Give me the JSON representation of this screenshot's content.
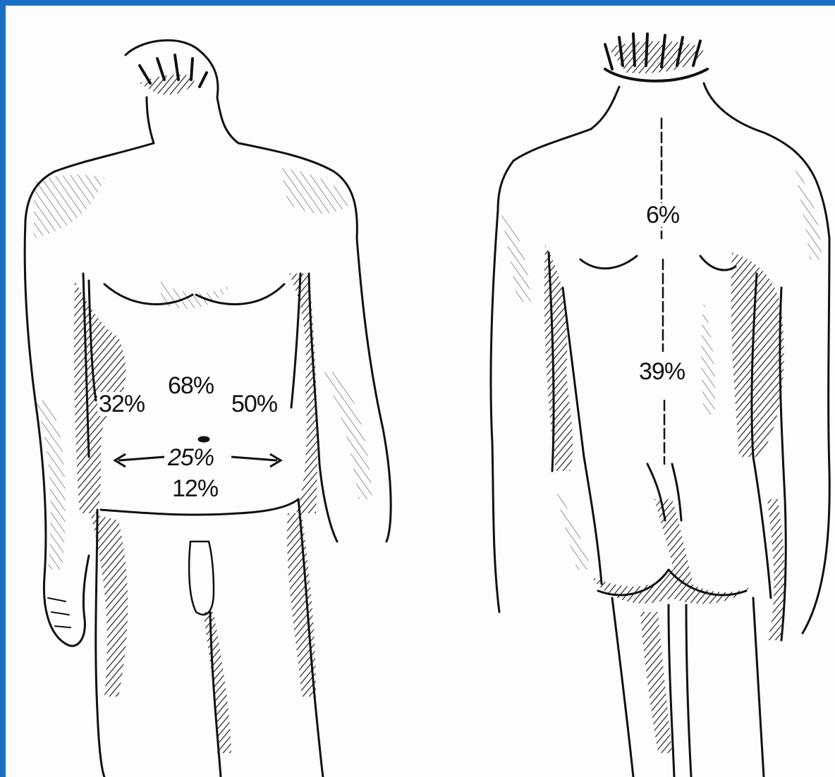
{
  "front_view": {
    "labels": {
      "right_flank": "32%",
      "upper_abdomen": "68%",
      "left_flank": "50%",
      "umbilical_band": "25%",
      "lower_abdomen": "12%"
    }
  },
  "back_view": {
    "labels": {
      "upper_back": "6%",
      "lower_back": "39%"
    }
  },
  "colors": {
    "frame": "#1a6fc4",
    "ink": "#111111",
    "paper": "#fdfdfd"
  }
}
